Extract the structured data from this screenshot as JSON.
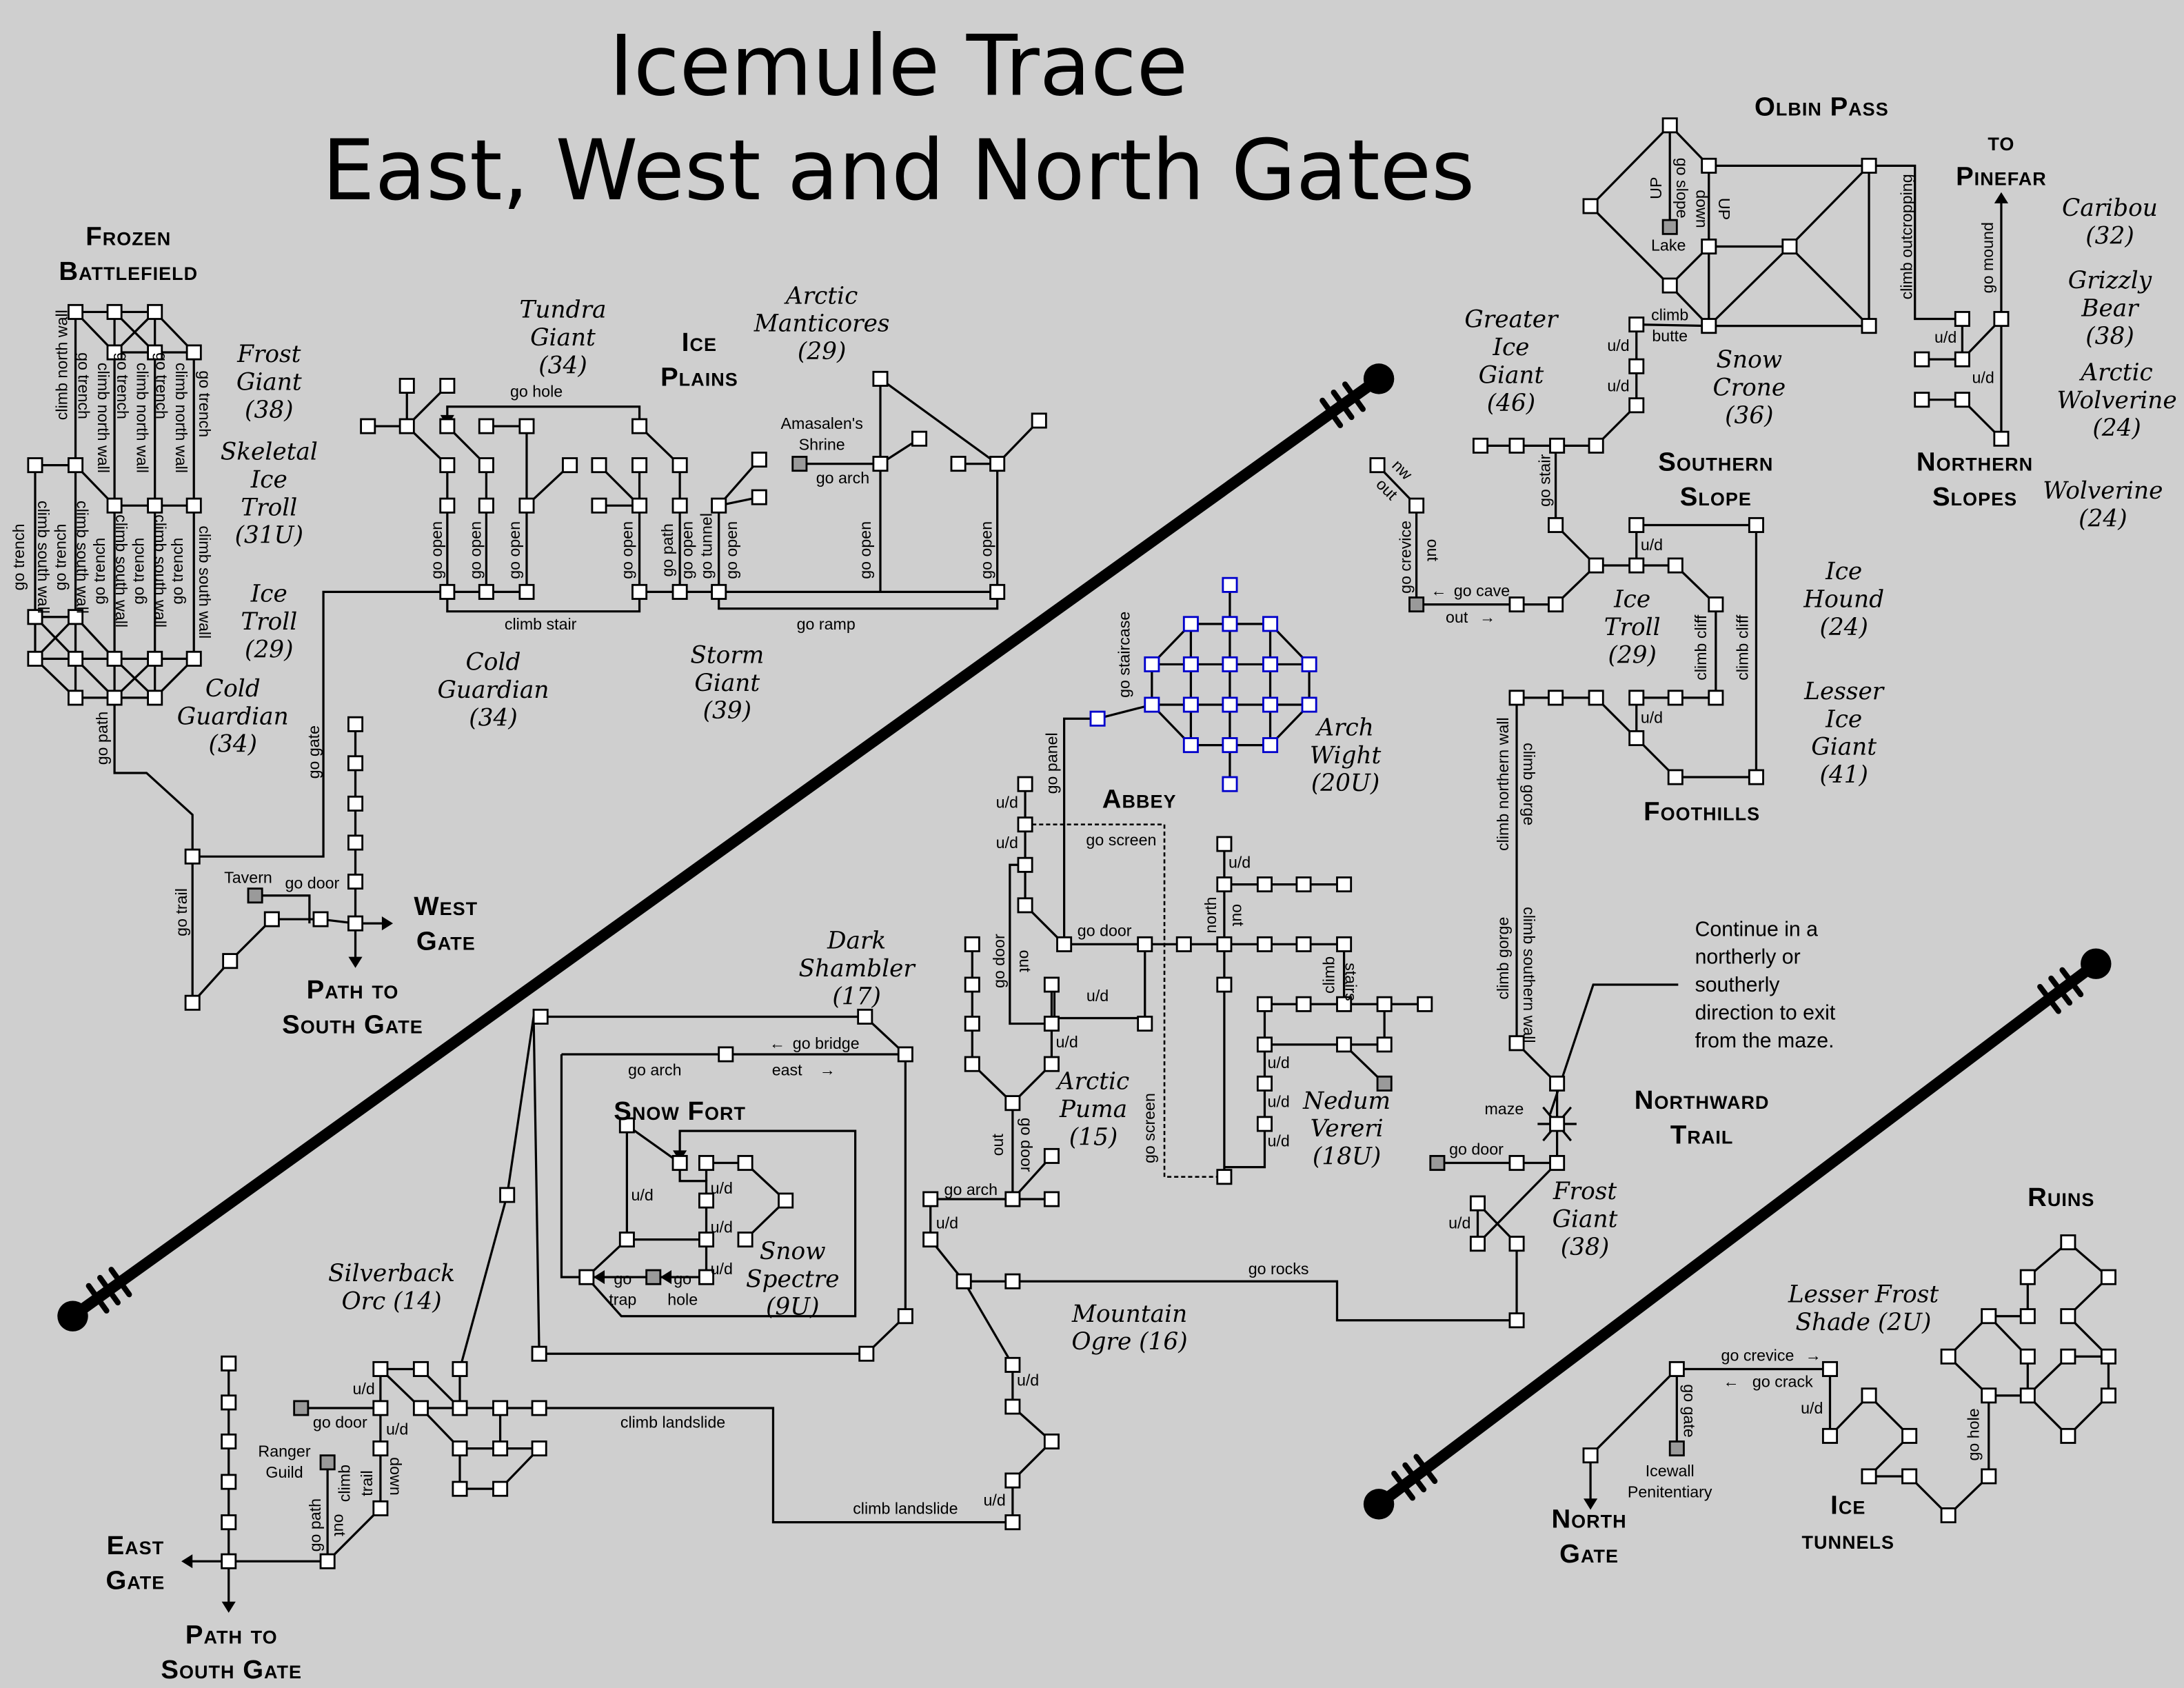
{
  "title": {
    "line1": "Icemule Trace",
    "line2": "East, West and North Gates"
  },
  "regions": [
    {
      "lines": [
        "Frozen",
        "Battlefield"
      ]
    },
    {
      "lines": [
        "Ice",
        "Plains"
      ]
    },
    {
      "lines": [
        "West",
        "Gate"
      ]
    },
    {
      "lines": [
        "Path to",
        "South Gate"
      ]
    },
    {
      "lines": [
        "Olbin Pass"
      ]
    },
    {
      "lines": [
        "to",
        "Pinefar"
      ]
    },
    {
      "lines": [
        "Southern",
        "Slope"
      ]
    },
    {
      "lines": [
        "Northern",
        "Slopes"
      ]
    },
    {
      "lines": [
        "Foothills"
      ]
    },
    {
      "lines": [
        "Abbey"
      ]
    },
    {
      "lines": [
        "Snow Fort"
      ]
    },
    {
      "lines": [
        "Northward",
        "Trail"
      ]
    },
    {
      "lines": [
        "Ruins"
      ]
    },
    {
      "lines": [
        "Ice",
        "tunnels"
      ]
    },
    {
      "lines": [
        "North",
        "Gate"
      ]
    },
    {
      "lines": [
        "East",
        "Gate"
      ]
    },
    {
      "lines": [
        "Path to",
        "South Gate"
      ]
    }
  ],
  "creatures": [
    {
      "lines": [
        "Frost",
        "Giant",
        "(38)"
      ]
    },
    {
      "lines": [
        "Skeletal",
        "Ice",
        "Troll",
        "(31U)"
      ]
    },
    {
      "lines": [
        "Ice",
        "Troll",
        "(29)"
      ]
    },
    {
      "lines": [
        "Cold",
        "Guardian",
        "(34)"
      ]
    },
    {
      "lines": [
        "Tundra",
        "Giant",
        "(34)"
      ]
    },
    {
      "lines": [
        "Arctic",
        "Manticores",
        "(29)"
      ]
    },
    {
      "lines": [
        "Cold",
        "Guardian",
        "(34)"
      ]
    },
    {
      "lines": [
        "Storm",
        "Giant",
        "(39)"
      ]
    },
    {
      "lines": [
        "Greater",
        "Ice",
        "Giant",
        "(46)"
      ]
    },
    {
      "lines": [
        "Snow",
        "Crone",
        "(36)"
      ]
    },
    {
      "lines": [
        "Caribou",
        "(32)"
      ]
    },
    {
      "lines": [
        "Grizzly",
        "Bear",
        "(38)"
      ]
    },
    {
      "lines": [
        "Arctic",
        "Wolverine",
        "(24)"
      ]
    },
    {
      "lines": [
        "Wolverine",
        "(24)"
      ]
    },
    {
      "lines": [
        "Ice",
        "Hound",
        "(24)"
      ]
    },
    {
      "lines": [
        "Lesser",
        "Ice",
        "Giant",
        "(41)"
      ]
    },
    {
      "lines": [
        "Ice",
        "Troll",
        "(29)"
      ]
    },
    {
      "lines": [
        "Arch",
        "Wight",
        "(20U)"
      ]
    },
    {
      "lines": [
        "Dark",
        "Shambler",
        "(17)"
      ]
    },
    {
      "lines": [
        "Arctic",
        "Puma",
        "(15)"
      ]
    },
    {
      "lines": [
        "Nedum",
        "Vereri",
        "(18U)"
      ]
    },
    {
      "lines": [
        "Frost",
        "Giant",
        "(38)"
      ]
    },
    {
      "lines": [
        "Mountain",
        "Ogre (16)"
      ]
    },
    {
      "lines": [
        "Silverback",
        "Orc (14)"
      ]
    },
    {
      "lines": [
        "Snow",
        "Spectre",
        "(9U)"
      ]
    },
    {
      "lines": [
        "Lesser Frost",
        "Shade (2U)"
      ]
    }
  ],
  "note": {
    "lines": [
      "Continue in a",
      "northerly or",
      "southerly",
      "direction to exit",
      "from the maze."
    ]
  },
  "commands": [
    "climb north wall",
    "go trench",
    "climb north wall",
    "go trench",
    "climb north wall",
    "go trench",
    "climb north wall",
    "go trench",
    "go trench",
    "climb south wall",
    "go trench",
    "climb south wall",
    "go trench",
    "climb south wall",
    "go trench",
    "climb south wall",
    "go trench",
    "climb south wall",
    "go path",
    "go gate",
    "go trail",
    "Tavern",
    "go door",
    "go hole",
    "climb stair",
    "go open",
    "go open",
    "go open",
    "go open",
    "go path",
    "go open",
    "go tunnel",
    "go open",
    "Amasalen's",
    "Shrine",
    "go arch",
    "go open",
    "go open",
    "go ramp",
    "UP",
    "go slope",
    "down",
    "UP",
    "Lake",
    "climb",
    "butte",
    "u/d",
    "u/d",
    "climb outcropping",
    "go mound",
    "u/d",
    "u/d",
    "go stair",
    "nw",
    "out",
    "go crevice",
    "out",
    "go cave",
    "out",
    "u/d",
    "climb cliff",
    "climb cliff",
    "u/d",
    "climb northern wall",
    "climb gorge",
    "climb gorge",
    "climb southern wall",
    "maze",
    "go door",
    "u/d",
    "go staircase",
    "go panel",
    "u/d",
    "u/d",
    "go screen",
    "go door",
    "north",
    "out",
    "u/d",
    "climb",
    "stairs",
    "go door",
    "out",
    "u/d",
    "u/d",
    "u/d",
    "u/d",
    "u/d",
    "go screen",
    "out",
    "go door",
    "go arch",
    "u/d",
    "go rocks",
    "u/d",
    "u/d",
    "climb landslide",
    "climb landslide",
    "go bridge",
    "go arch",
    "east",
    "u/d",
    "u/d",
    "u/d",
    "u/d",
    "go",
    "trap",
    "go",
    "hole",
    "u/d",
    "go door",
    "u/d",
    "Ranger",
    "Guild",
    "go path",
    "out",
    "climb",
    "trail",
    "down",
    "go crevice",
    "go crack",
    "go gate",
    "u/d",
    "Icewall",
    "Penitentiary",
    "go hole"
  ]
}
